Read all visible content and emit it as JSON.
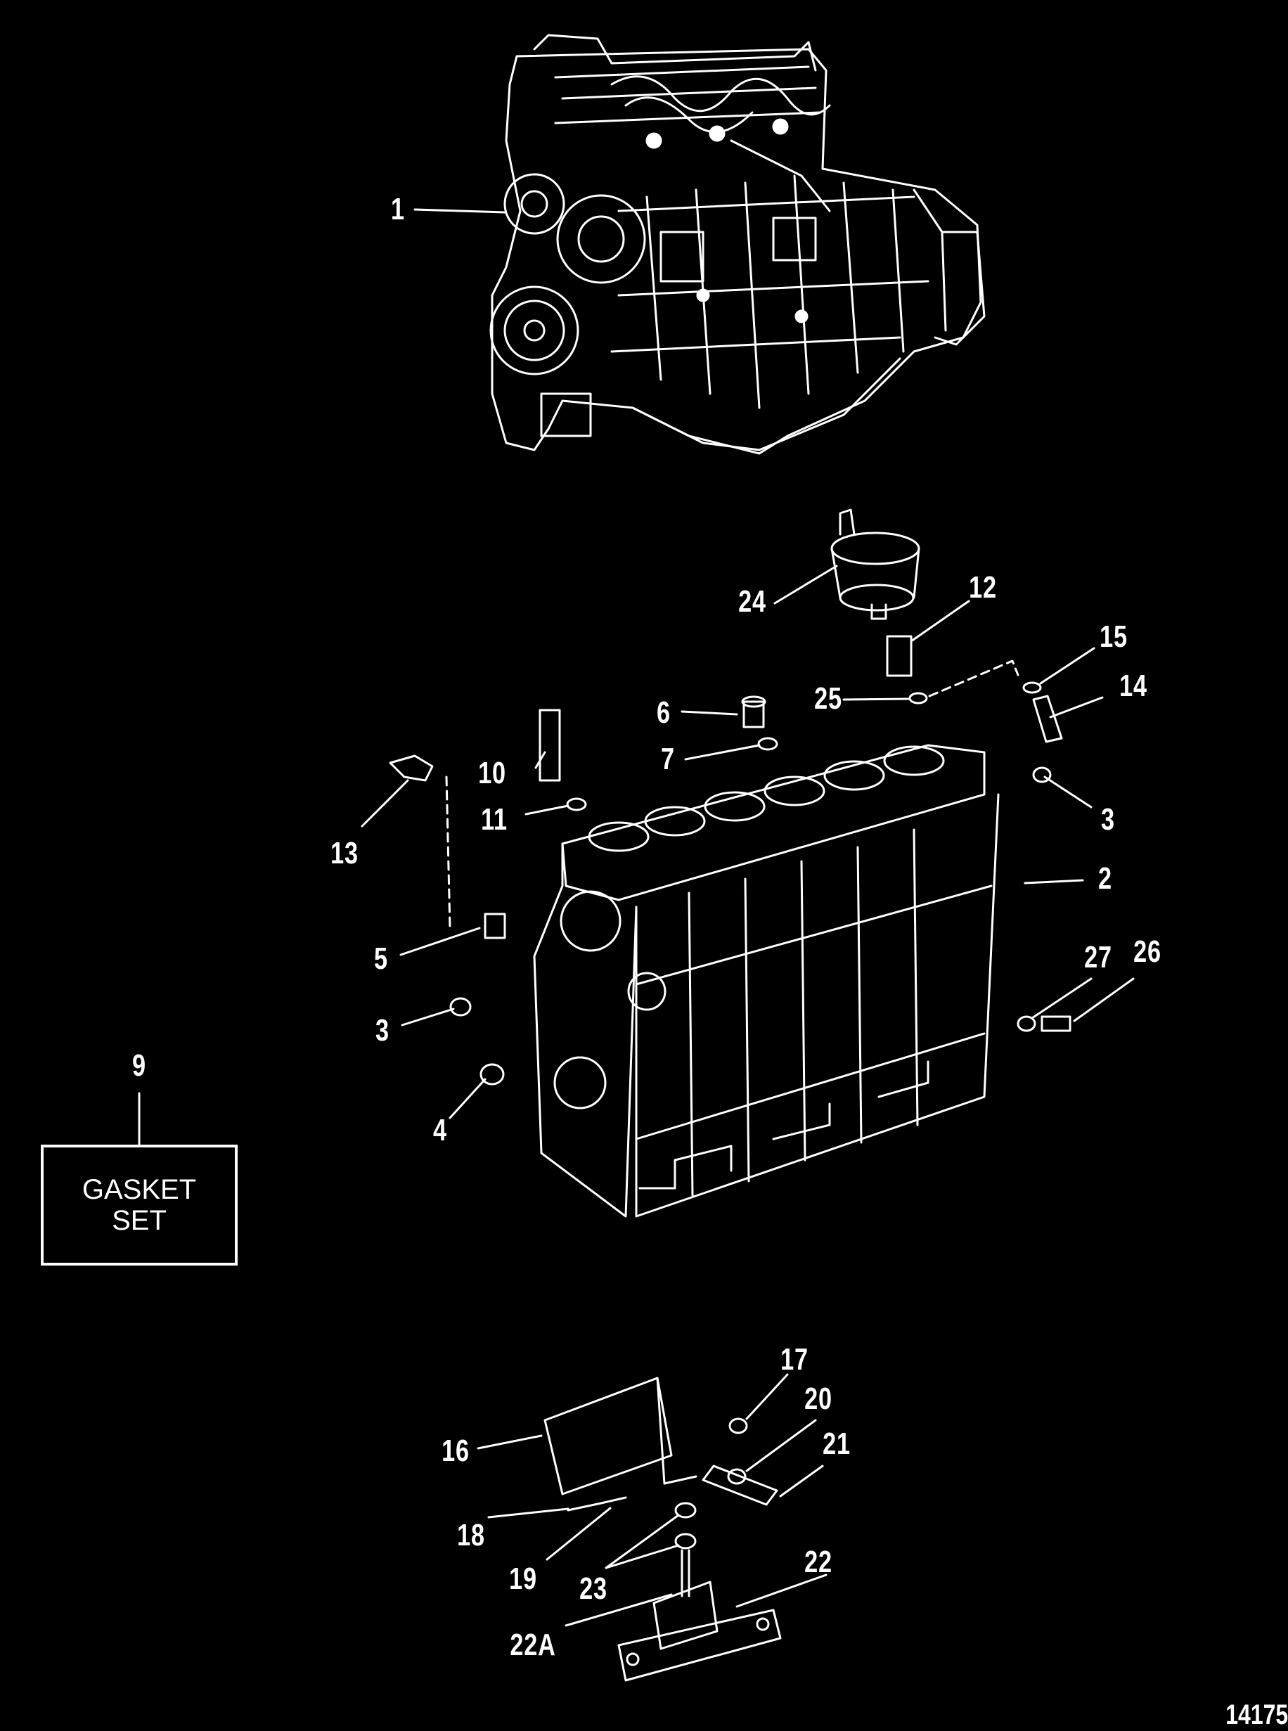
{
  "callouts": [
    {
      "id": "c1",
      "label": "1"
    },
    {
      "id": "c2",
      "label": "2"
    },
    {
      "id": "c3a",
      "label": "3"
    },
    {
      "id": "c3b",
      "label": "3"
    },
    {
      "id": "c4",
      "label": "4"
    },
    {
      "id": "c5",
      "label": "5"
    },
    {
      "id": "c6",
      "label": "6"
    },
    {
      "id": "c7",
      "label": "7"
    },
    {
      "id": "c9",
      "label": "9"
    },
    {
      "id": "c10",
      "label": "10"
    },
    {
      "id": "c11",
      "label": "11"
    },
    {
      "id": "c12",
      "label": "12"
    },
    {
      "id": "c13",
      "label": "13"
    },
    {
      "id": "c14",
      "label": "14"
    },
    {
      "id": "c15",
      "label": "15"
    },
    {
      "id": "c16",
      "label": "16"
    },
    {
      "id": "c17",
      "label": "17"
    },
    {
      "id": "c18",
      "label": "18"
    },
    {
      "id": "c19",
      "label": "19"
    },
    {
      "id": "c20",
      "label": "20"
    },
    {
      "id": "c21",
      "label": "21"
    },
    {
      "id": "c22",
      "label": "22"
    },
    {
      "id": "c22a",
      "label": "22A"
    },
    {
      "id": "c23",
      "label": "23"
    },
    {
      "id": "c24",
      "label": "24"
    },
    {
      "id": "c25",
      "label": "25"
    },
    {
      "id": "c26",
      "label": "26"
    },
    {
      "id": "c27",
      "label": "27"
    }
  ],
  "gasket_box": {
    "text": "GASKET\nSET"
  },
  "figure_number": "14175",
  "colors": {
    "background": "#000000",
    "ink": "#ffffff"
  }
}
